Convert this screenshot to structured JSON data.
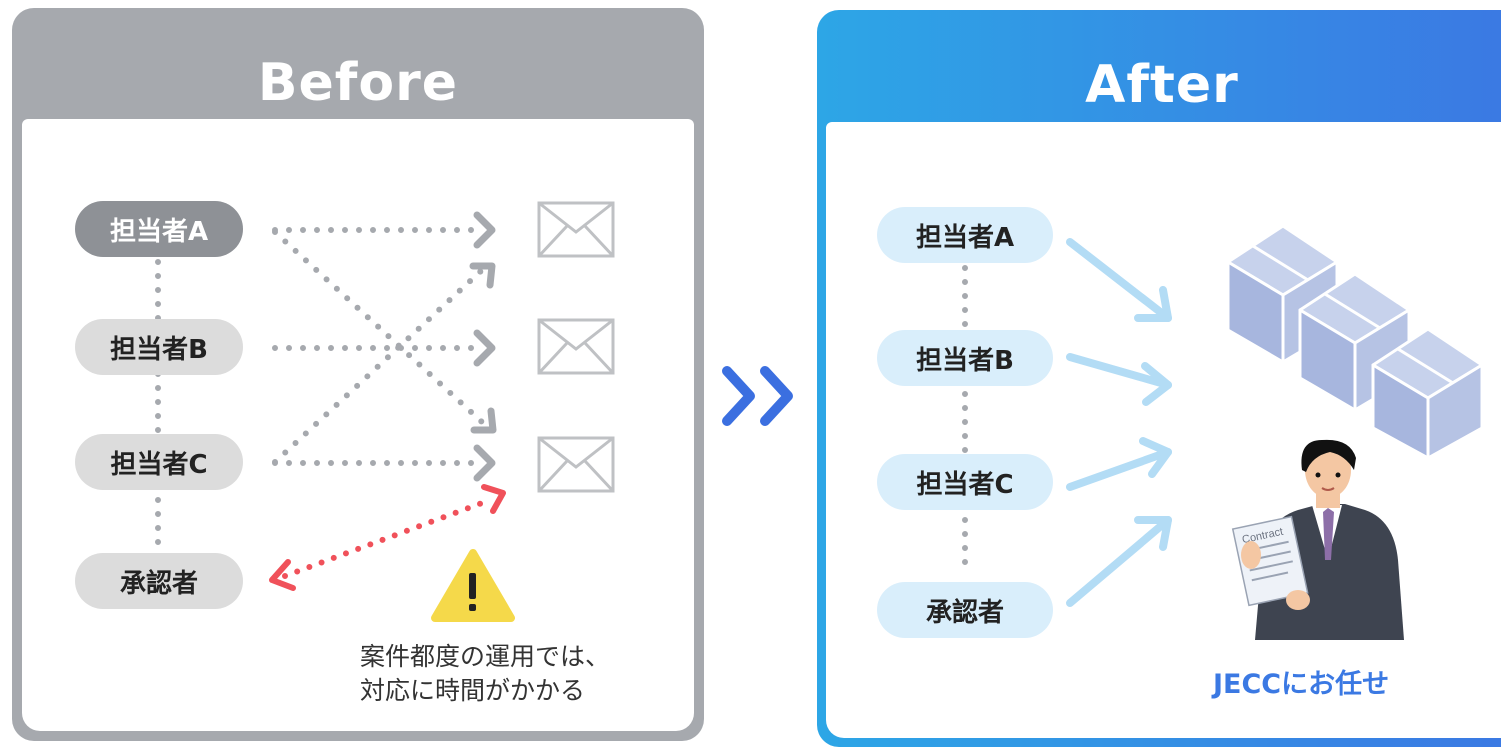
{
  "before": {
    "title": "Before",
    "roles": [
      "担当者A",
      "担当者B",
      "担当者C",
      "承認者"
    ],
    "note_lines": [
      "案件都度の運用では、",
      "対応に時間がかかる"
    ]
  },
  "after": {
    "title": "After",
    "roles": [
      "担当者A",
      "担当者B",
      "担当者C",
      "承認者"
    ],
    "caption": "JECCにお任せ",
    "document_label": "Contract"
  },
  "colors": {
    "before_header": "#a6a9ae",
    "after_gradient_start": "#2da6e6",
    "after_gradient_end": "#3b79e3",
    "warning": "#f5d94a",
    "alert_arrow": "#f0515a",
    "blue_arrow": "#b3dcf5"
  },
  "icons": {
    "arrows_between": "double-chevron-right-icon",
    "mail": "envelope-icon",
    "warning": "warning-triangle-icon",
    "boxes": "cardboard-box-icon",
    "person": "businessman-with-contract-icon"
  }
}
